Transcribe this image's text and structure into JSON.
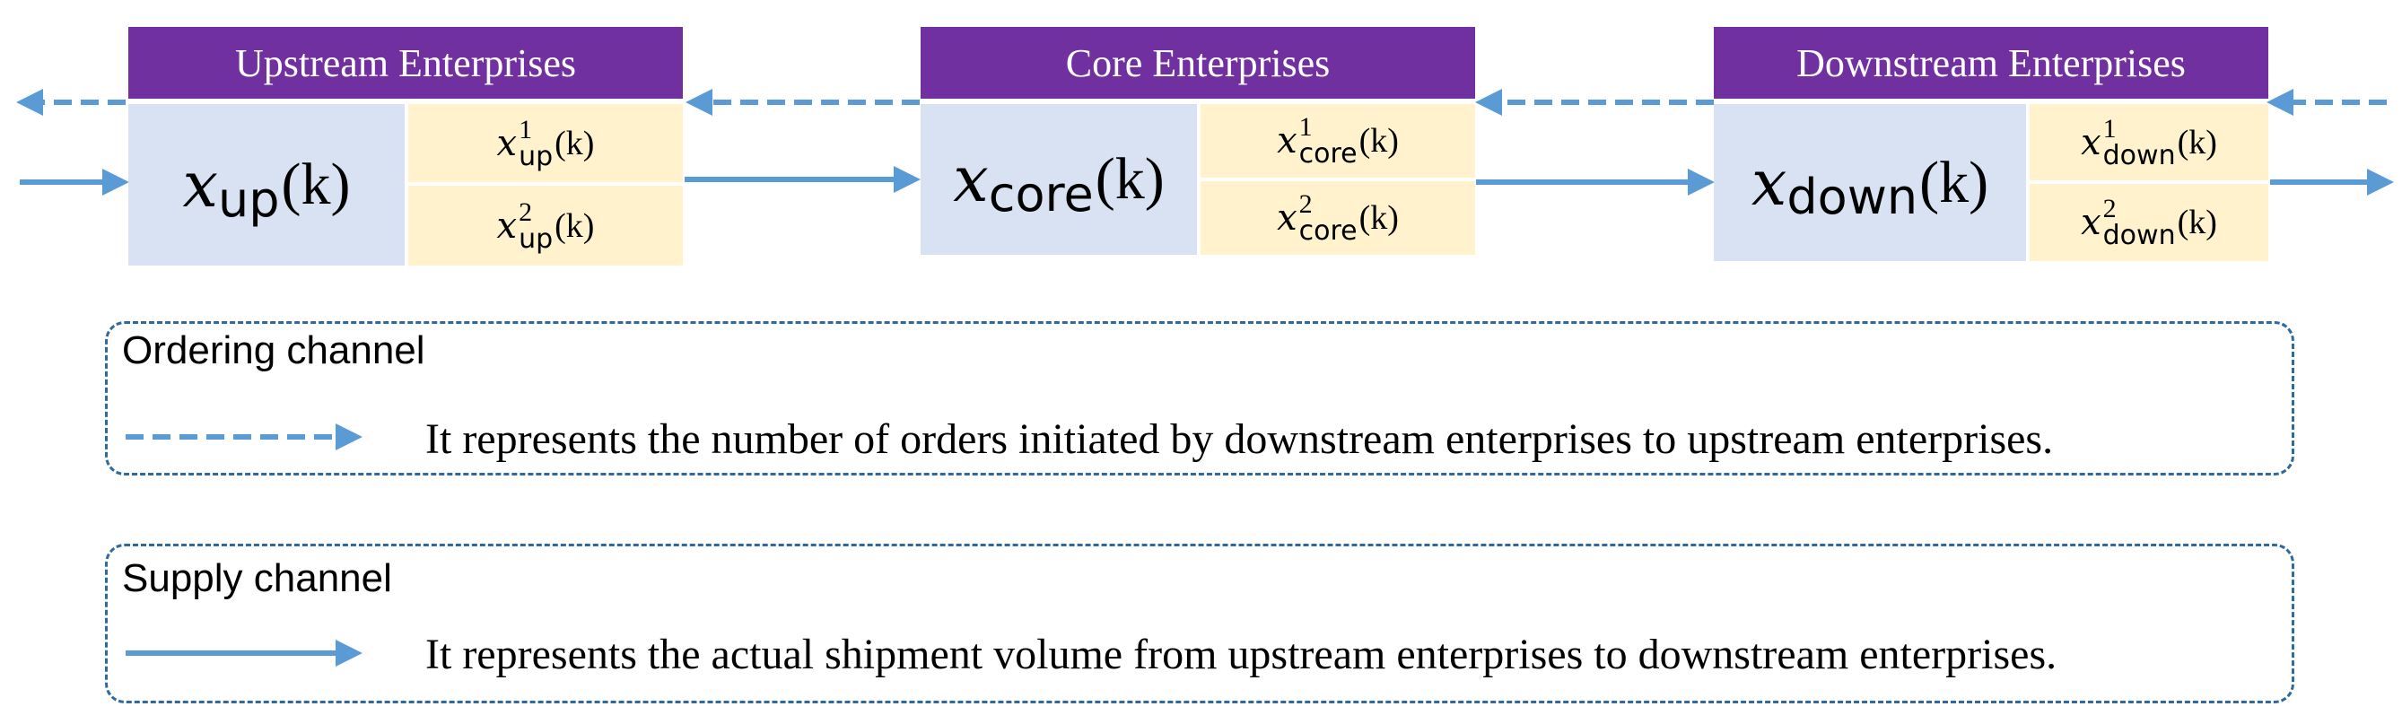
{
  "enterprises": [
    {
      "header": "Upstream Enterprises",
      "main_var": "x",
      "subscript": "up",
      "arg": "(k)",
      "sub1_sup": "1",
      "sub2_sup": "2"
    },
    {
      "header": "Core Enterprises",
      "main_var": "x",
      "subscript": "core",
      "arg": "(k)",
      "sub1_sup": "1",
      "sub2_sup": "2"
    },
    {
      "header": "Downstream Enterprises",
      "main_var": "x",
      "subscript": "down",
      "arg": "(k)",
      "sub1_sup": "1",
      "sub2_sup": "2"
    }
  ],
  "legend": {
    "ordering": {
      "title": "Ordering channel",
      "description": "It represents the number of orders initiated by downstream enterprises to upstream enterprises."
    },
    "supply": {
      "title": "Supply channel",
      "description": "It represents the actual shipment volume from upstream enterprises to downstream enterprises."
    }
  },
  "colors": {
    "header_bg": "#7030A0",
    "main_bg": "#D9E2F3",
    "sub_bg": "#FFF2CC",
    "arrow": "#5B9BD5",
    "legend_border": "#2E6A9F"
  }
}
